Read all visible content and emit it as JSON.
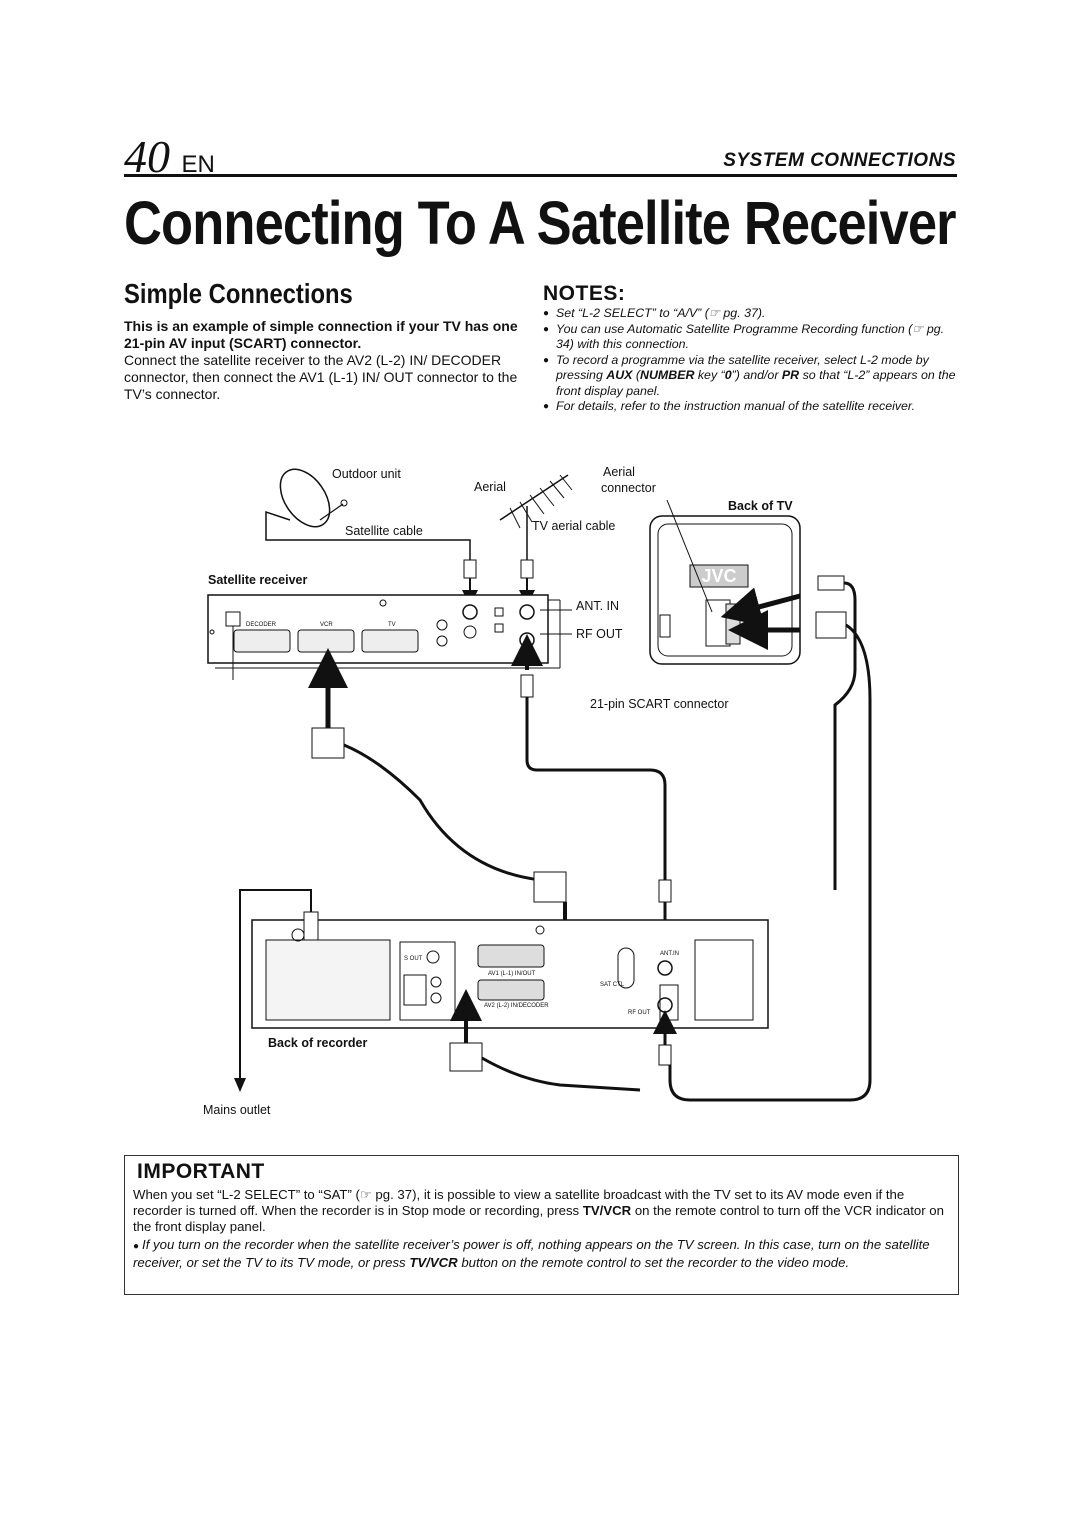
{
  "header": {
    "page_number": "40",
    "page_lang": "EN",
    "section": "SYSTEM CONNECTIONS"
  },
  "title": "Connecting To A Satellite Receiver",
  "subtitle": "Simple Connections",
  "intro": {
    "bold": "This is an example of simple connection if your TV has one 21-pin AV input (SCART) connector.",
    "body": "Connect the satellite receiver to the AV2 (L-2) IN/ DECODER connector, then connect the AV1 (L-1) IN/ OUT connector to the TV’s connector."
  },
  "notes": {
    "title": "NOTES:",
    "items": [
      {
        "a": "Set “L-2 SELECT” to “A/V” (",
        "icon": "☞",
        "b": " pg. 37)."
      },
      {
        "a": "You can use Automatic Satellite Programme Recording function (",
        "icon": "☞",
        "b": " pg. 34) with this connection."
      },
      {
        "a": "To record a programme via the satellite receiver, select L-2 mode by pressing ",
        "k1": "AUX",
        "c": " (",
        "k2": "NUMBER",
        "d": " key “",
        "k3": "0",
        "e": "”) and/or ",
        "k4": "PR",
        "f": " so that “L-2” appears on the front display panel."
      },
      {
        "a": "For details, refer to the instruction manual of the satellite receiver."
      }
    ]
  },
  "diagram": {
    "outdoor_unit": "Outdoor unit",
    "satellite_cable": "Satellite cable",
    "aerial": "Aerial",
    "aerial_connector_1": "Aerial",
    "aerial_connector_2": "connector",
    "tv_aerial_cable": "TV aerial cable",
    "back_of_tv": "Back of TV",
    "satellite_receiver": "Satellite receiver",
    "ant_in": "ANT. IN",
    "rf_out": "RF OUT",
    "scart_connector": "21-pin SCART connector",
    "back_of_recorder": "Back of recorder",
    "mains_outlet": "Mains outlet",
    "rx_decoder": "DECODER",
    "rx_vcr": "VCR",
    "rx_tv": "TV",
    "rec_s_out": "S OUT",
    "rec_av1": "AV1 (L-1) IN/OUT",
    "rec_av2": "AV2 (L-2) IN/DECODER",
    "rec_sat_ctl": "SAT CTL",
    "rec_ant_in": "ANT.IN",
    "rec_rf_out": "RF OUT",
    "tv_logo": "JVC"
  },
  "important": {
    "title": "IMPORTANT",
    "text_a": "When you set “L-2 SELECT” to “SAT” (",
    "text_icon": "☞",
    "text_b": " pg. 37), it is possible to view a satellite broadcast with the TV set to its AV mode even if the recorder is turned off. When the recorder is in Stop mode or recording, press ",
    "text_key": "TV/VCR",
    "text_c": " on the remote control to turn off the VCR indicator on the front display panel.",
    "bullet_a": "If you turn on the recorder when the satellite receiver’s power is off, nothing appears on the TV screen. In this case, turn on the satellite receiver, or set the TV to its TV mode, or press ",
    "bullet_key": "TV/VCR",
    "bullet_b": " button on the remote control to set the recorder to the video mode."
  }
}
